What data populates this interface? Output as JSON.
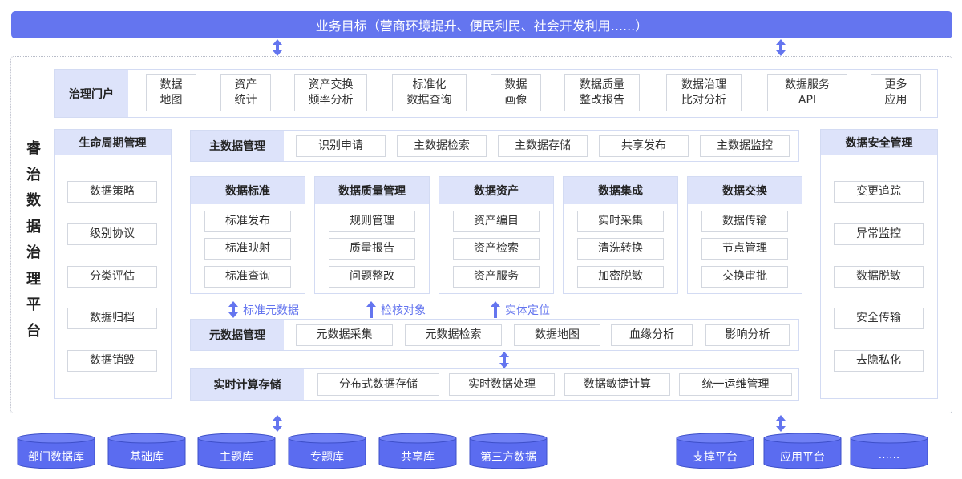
{
  "banner": "业务目标（营商环境提升、便民利民、社会开发利用......）",
  "platform_title": [
    "睿",
    "治",
    "数",
    "据",
    "治",
    "理",
    "平",
    "台"
  ],
  "portal": {
    "title": "治理门户",
    "items": [
      {
        "line1": "数据",
        "line2": "地图"
      },
      {
        "line1": "资产",
        "line2": "统计"
      },
      {
        "line1": "资产交换",
        "line2": "频率分析"
      },
      {
        "line1": "标准化",
        "line2": "数据查询"
      },
      {
        "line1": "数据",
        "line2": "画像"
      },
      {
        "line1": "数据质量",
        "line2": "整改报告"
      },
      {
        "line1": "数据治理",
        "line2": "比对分析"
      },
      {
        "line1": "数据服务",
        "line2": "API"
      },
      {
        "line1": "更多",
        "line2": "应用"
      }
    ]
  },
  "lifecycle": {
    "title": "生命周期管理",
    "items": [
      "数据策略",
      "级别协议",
      "分类评估",
      "数据归档",
      "数据销毁"
    ]
  },
  "security": {
    "title": "数据安全管理",
    "items": [
      "变更追踪",
      "异常监控",
      "数据脱敏",
      "安全传输",
      "去隐私化"
    ]
  },
  "master": {
    "title": "主数据管理",
    "items": [
      "识别申请",
      "主数据检索",
      "主数据存储",
      "共享发布",
      "主数据监控"
    ]
  },
  "modules": [
    {
      "title": "数据标准",
      "items": [
        "标准发布",
        "标准映射",
        "标准查询"
      ]
    },
    {
      "title": "数据质量管理",
      "items": [
        "规则管理",
        "质量报告",
        "问题整改"
      ]
    },
    {
      "title": "数据资产",
      "items": [
        "资产编目",
        "资产检索",
        "资产服务"
      ]
    },
    {
      "title": "数据集成",
      "items": [
        "实时采集",
        "清洗转换",
        "加密脱敏"
      ]
    },
    {
      "title": "数据交换",
      "items": [
        "数据传输",
        "节点管理",
        "交换审批"
      ]
    }
  ],
  "links": [
    "标准元数据",
    "检核对象",
    "实体定位"
  ],
  "meta": {
    "title": "元数据管理",
    "items": [
      "元数据采集",
      "元数据检索",
      "数据地图",
      "血缘分析",
      "影响分析"
    ]
  },
  "realtime": {
    "title": "实时计算存储",
    "items": [
      "分布式数据存储",
      "实时数据处理",
      "数据敏捷计算",
      "统一运维管理"
    ]
  },
  "databases_left": [
    "部门数据库",
    "基础库",
    "主题库",
    "专题库",
    "共享库",
    "第三方数据"
  ],
  "databases_right": [
    "支撑平台",
    "应用平台",
    "......"
  ],
  "colors": {
    "accent": "#6475ef",
    "panel_head": "#dde3fa",
    "db_fill": "#5b6cf0"
  }
}
